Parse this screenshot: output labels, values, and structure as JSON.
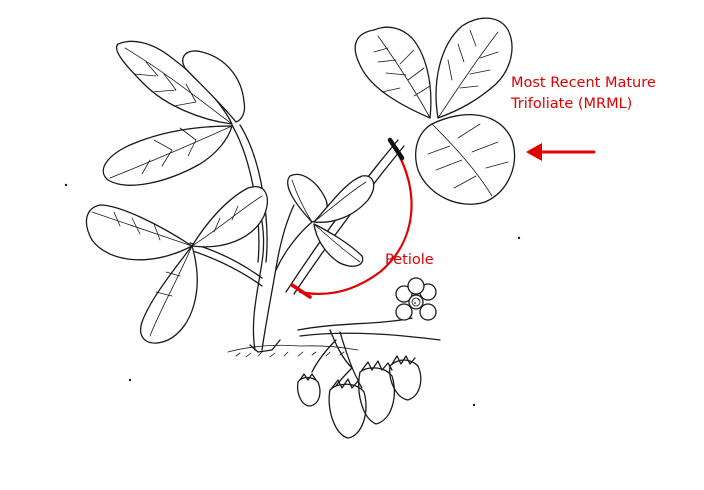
{
  "diagram": {
    "labels": {
      "mrml_line1": "Most Recent Mature",
      "mrml_line2": "Trifoliate (MRML)",
      "petiole": "Petiole"
    },
    "colors": {
      "annotation": "#e00000",
      "ink": "#1a1a1a",
      "background": "#ffffff"
    },
    "icons": {
      "pointer": "arrow-left-icon",
      "subject": "strawberry-plant-illustration"
    }
  }
}
